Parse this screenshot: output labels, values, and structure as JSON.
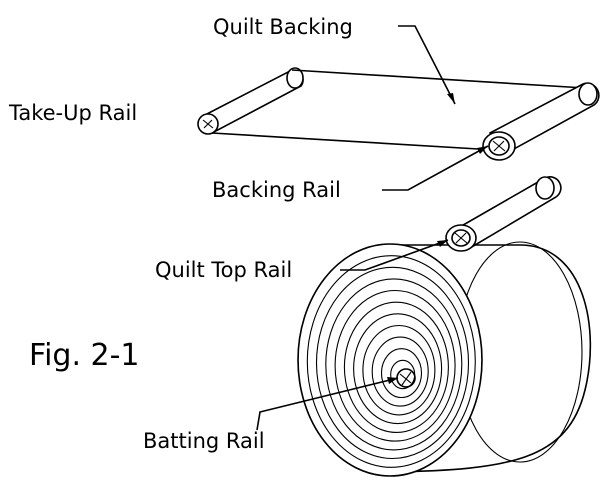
{
  "labels": {
    "quilt_backing": "Quilt Backing",
    "take_up_rail": "Take-Up Rail",
    "backing_rail": "Backing Rail",
    "quilt_top_rail": "Quilt Top Rail",
    "batting_rail": "Batting Rail"
  },
  "figure_label": "Fig. 2-1",
  "colors": {
    "line": "#000000",
    "background": "#ffffff"
  }
}
